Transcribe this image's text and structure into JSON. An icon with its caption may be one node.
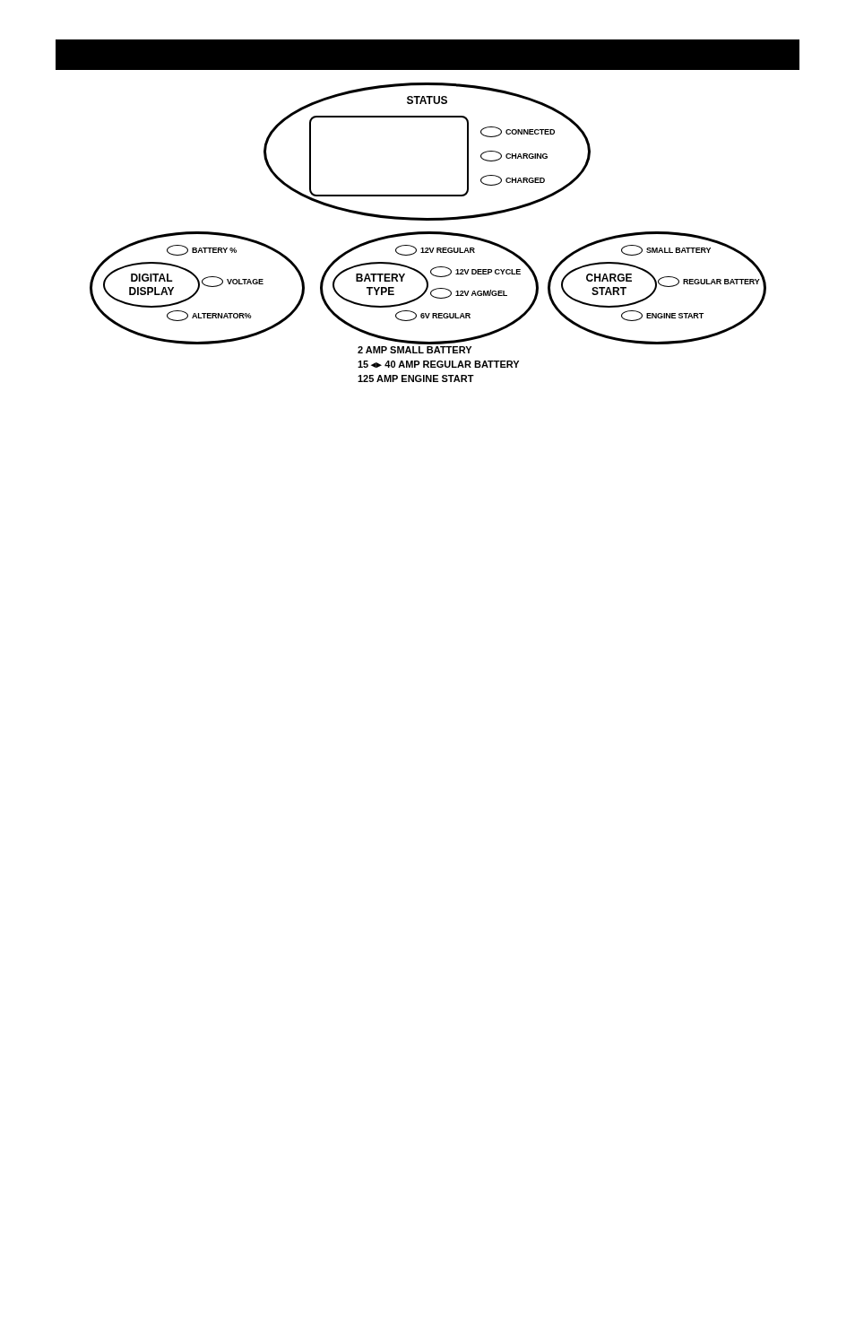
{
  "diagram": {
    "nodes": [
      {
        "text": [
          "STATUS"
        ]
      },
      {
        "text": [],
        "shape": "box",
        "in": 0
      },
      {
        "text": [],
        "shape": "oval",
        "in": 0,
        "beside": [
          "CONNECTED"
        ]
      },
      {
        "text": [],
        "shape": "oval",
        "in": 0,
        "beside": [
          "CHARGING"
        ]
      },
      {
        "text": [],
        "shape": "oval",
        "in": 0,
        "beside": [
          "CHARGED"
        ]
      },
      {
        "text": [],
        "shape": "oval"
      },
      {
        "text": [
          "DIGITAL DISPLAY"
        ],
        "in": 5
      },
      {
        "text": [],
        "shape": "oval",
        "in": 5,
        "beside": [
          "BATTERY %"
        ]
      },
      {
        "text": [],
        "shape": "oval",
        "in": 5,
        "beside": [
          "VOLTAGE"
        ]
      },
      {
        "text": [],
        "shape": "oval",
        "in": 5,
        "beside": [
          "ALTERNATOR%"
        ]
      },
      {
        "text": [],
        "shape": "oval"
      },
      {
        "text": [
          "BATTERY TYPE"
        ],
        "in": 10
      },
      {
        "text": [],
        "shape": "oval",
        "in": 10,
        "beside": [
          "12V REGULAR"
        ]
      },
      {
        "text": [],
        "shape": "oval",
        "in": 10,
        "beside": [
          "12V DEEP CYCLE"
        ]
      },
      {
        "text": [],
        "shape": "oval",
        "in": 10,
        "beside": [
          "12V AGM/GEL"
        ]
      },
      {
        "text": [],
        "shape": "oval",
        "in": 10,
        "beside": [
          "6V REGULAR"
        ]
      },
      {
        "text": [],
        "shape": "oval"
      },
      {
        "text": [
          "CHARGE START"
        ],
        "in": 16
      },
      {
        "text": [],
        "shape": "oval",
        "in": 16,
        "beside": [
          "SMALL BATTERY"
        ]
      },
      {
        "text": [],
        "shape": "oval",
        "in": 16,
        "beside": [
          "REGULAR BATTERY"
        ]
      },
      {
        "text": [],
        "shape": "oval",
        "in": 16,
        "beside": [
          "ENGINE START"
        ]
      }
    ],
    "labels": [
      "2 AMP SMALL BATTERY",
      "15 ◂▸ 40 AMP REGULAR BATTERY",
      "125 AMP ENGINE START"
    ]
  }
}
